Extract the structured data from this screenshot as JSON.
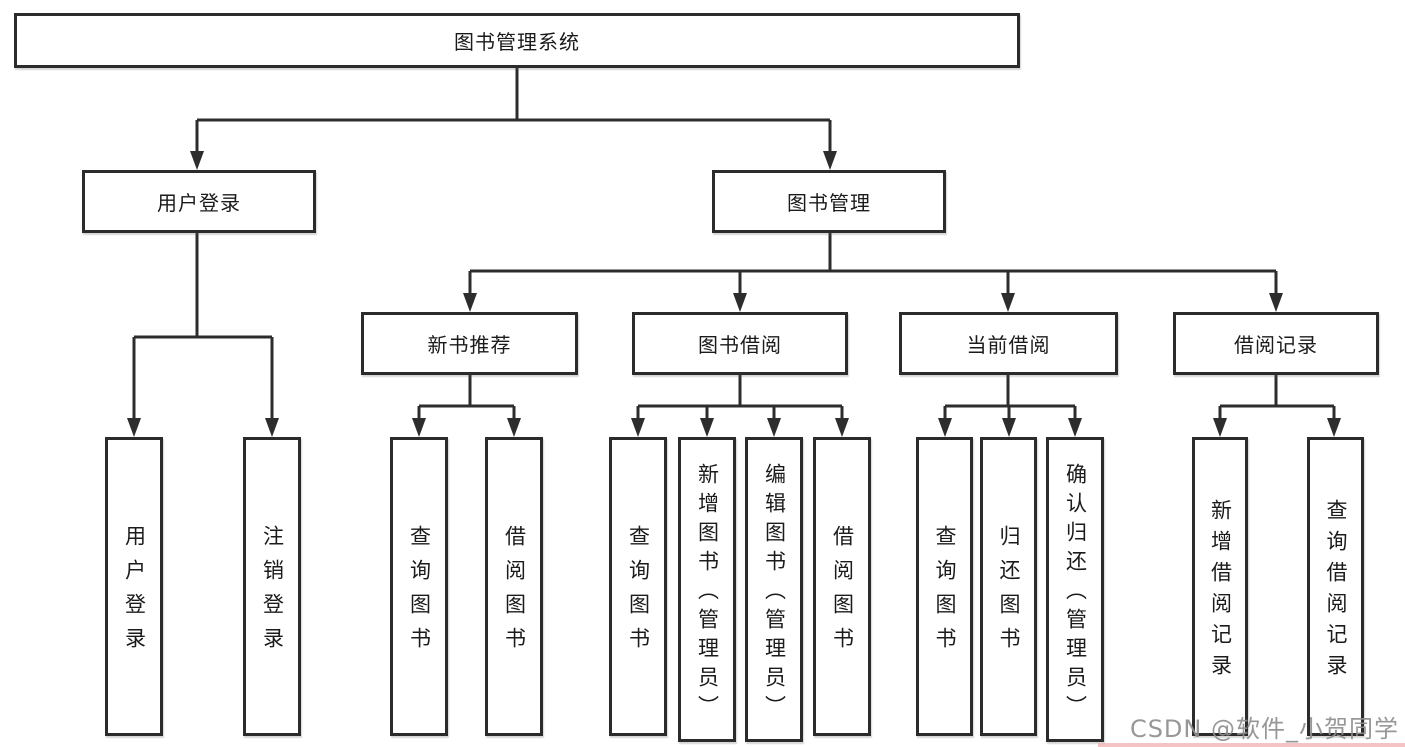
{
  "title": "图书管理系统",
  "tree": {
    "label": "图书管理系统",
    "children": [
      {
        "label": "用户登录",
        "children": [
          {
            "label": "用户登录"
          },
          {
            "label": "注销登录"
          }
        ]
      },
      {
        "label": "图书管理",
        "children": [
          {
            "label": "新书推荐",
            "children": [
              {
                "label": "查询图书"
              },
              {
                "label": "借阅图书"
              }
            ]
          },
          {
            "label": "图书借阅",
            "children": [
              {
                "label": "查询图书"
              },
              {
                "label": "新增图书（管理员）"
              },
              {
                "label": "编辑图书（管理员）"
              },
              {
                "label": "借阅图书"
              }
            ]
          },
          {
            "label": "当前借阅",
            "children": [
              {
                "label": "查询图书"
              },
              {
                "label": "归还图书"
              },
              {
                "label": "确认归还（管理员）"
              }
            ]
          },
          {
            "label": "借阅记录",
            "children": [
              {
                "label": "新增借阅记录"
              },
              {
                "label": "查询借阅记录"
              }
            ]
          }
        ]
      }
    ]
  },
  "watermark": {
    "text": "CSDN @软件_小贺同学",
    "color": "#8f8f8f"
  },
  "colors": {
    "background": "#ffffff",
    "line": "#2d2d2d",
    "box_border": "#2b2b2b",
    "text": "#1b1b1b",
    "watermark_strip": "#f2b4b4"
  }
}
